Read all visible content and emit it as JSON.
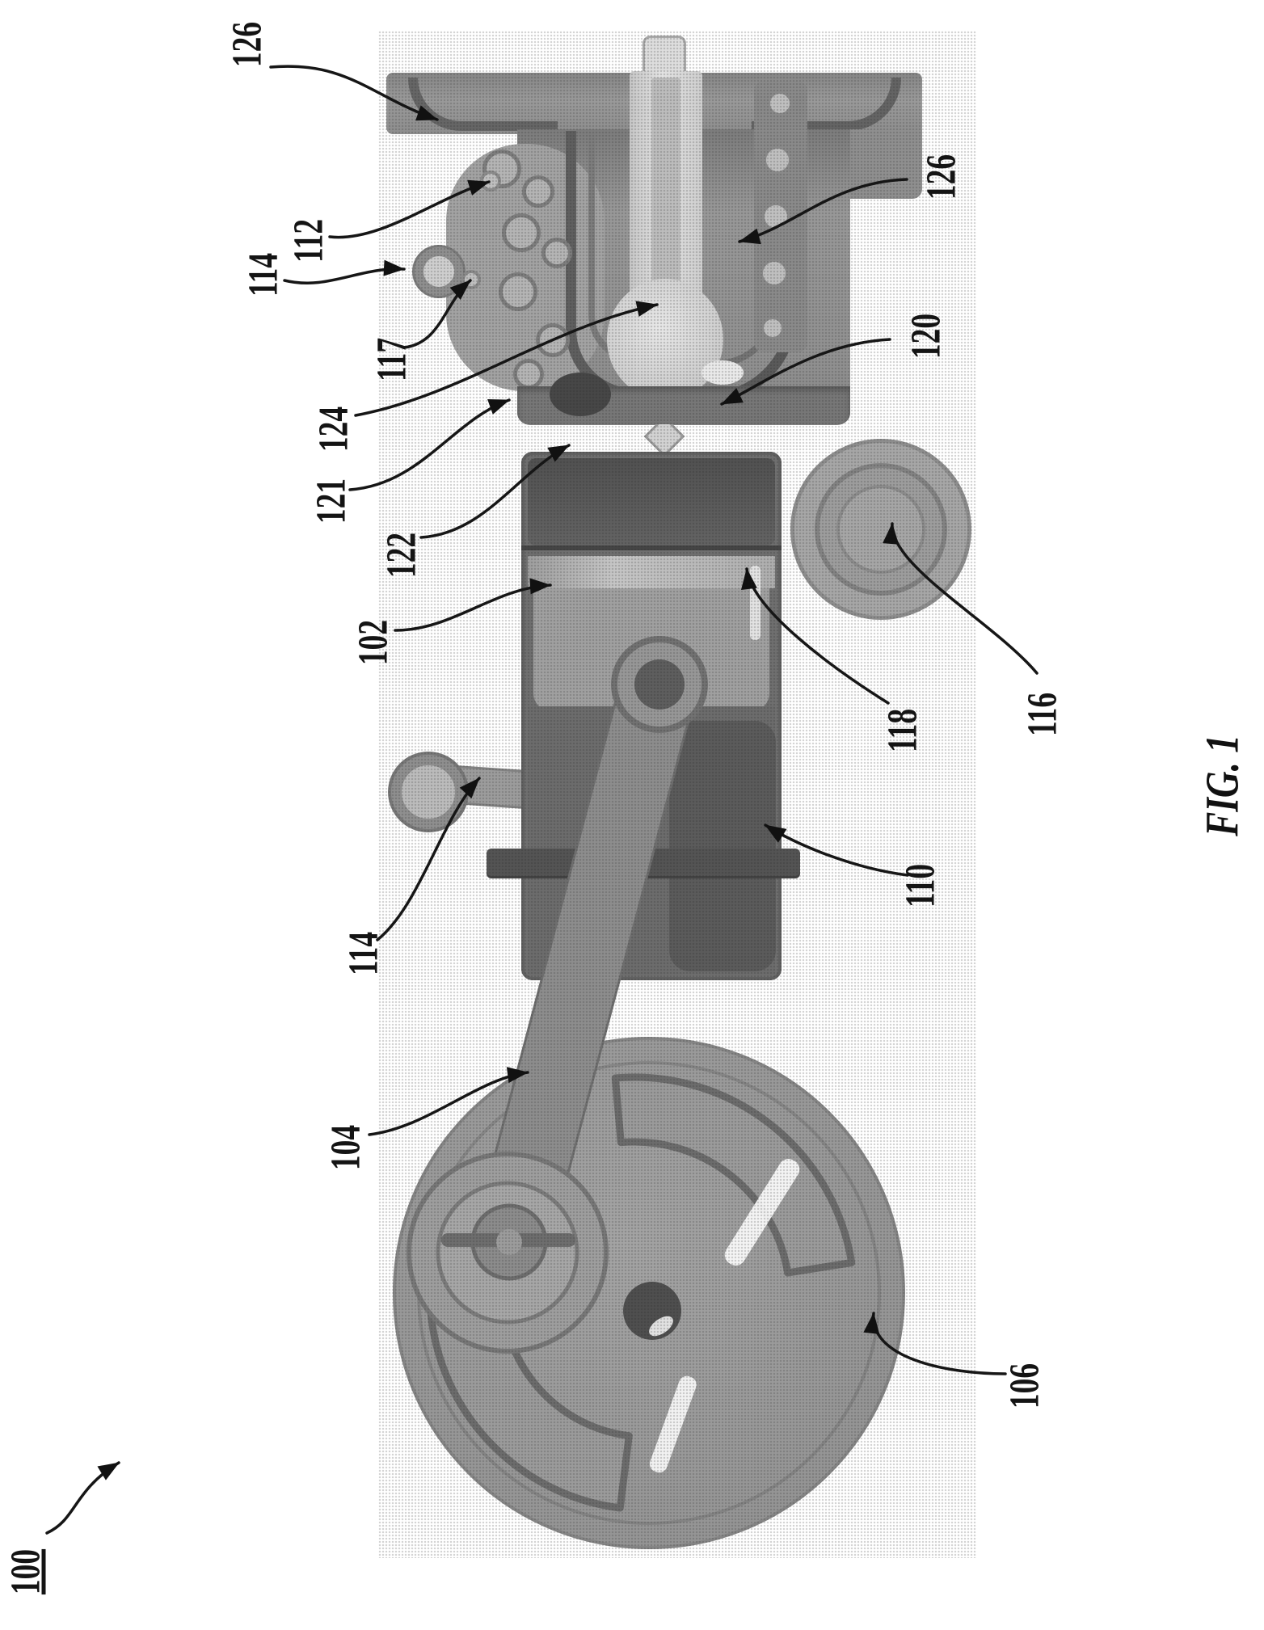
{
  "figure": {
    "caption": "FIG. 1"
  },
  "labels": [
    {
      "id": "100",
      "text": "100"
    },
    {
      "id": "126-left",
      "text": "126"
    },
    {
      "id": "112",
      "text": "112"
    },
    {
      "id": "114-top",
      "text": "114"
    },
    {
      "id": "117",
      "text": "117"
    },
    {
      "id": "124",
      "text": "124"
    },
    {
      "id": "121",
      "text": "121"
    },
    {
      "id": "122",
      "text": "122"
    },
    {
      "id": "102",
      "text": "102"
    },
    {
      "id": "126-right",
      "text": "126"
    },
    {
      "id": "120",
      "text": "120"
    },
    {
      "id": "116",
      "text": "116"
    },
    {
      "id": "118",
      "text": "118"
    },
    {
      "id": "110",
      "text": "110"
    },
    {
      "id": "114-mid",
      "text": "114"
    },
    {
      "id": "104",
      "text": "104"
    },
    {
      "id": "106",
      "text": "106"
    }
  ],
  "colors": {
    "background": "#ffffff",
    "ink": "#141414",
    "metal_light": "#d8d8d8",
    "metal_mid": "#9a9a9a",
    "metal_dark": "#5b5b5b"
  }
}
